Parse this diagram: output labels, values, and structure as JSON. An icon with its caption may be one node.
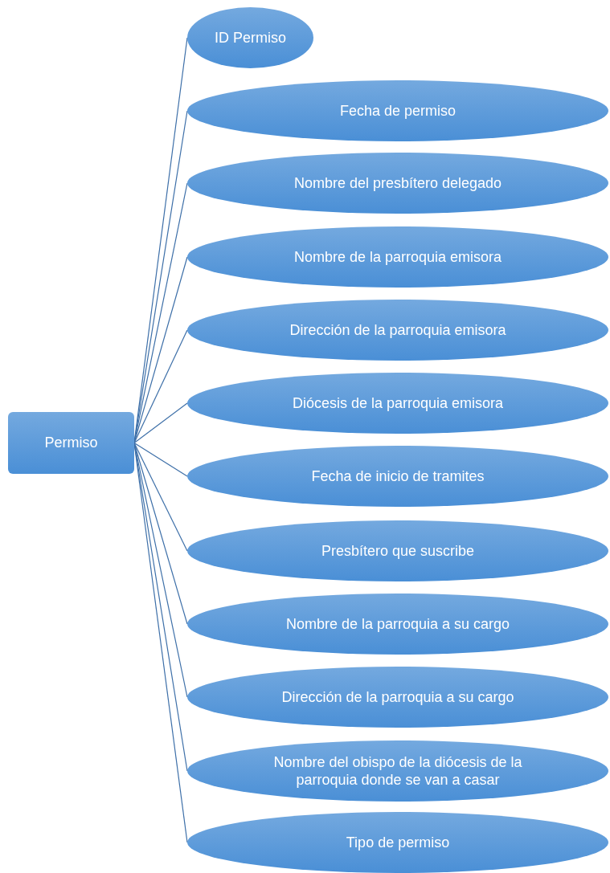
{
  "diagram": {
    "nodes": [
      {
        "text": [
          "Permiso"
        ]
      },
      {
        "text": [
          "ID Permiso"
        ]
      },
      {
        "text": [
          "Fecha de permiso"
        ]
      },
      {
        "text": [
          "Nombre del presbítero delegado"
        ]
      },
      {
        "text": [
          "Nombre de la parroquia emisora"
        ]
      },
      {
        "text": [
          "Dirección de la parroquia emisora"
        ]
      },
      {
        "text": [
          "Diócesis de la parroquia emisora"
        ]
      },
      {
        "text": [
          "Fecha de inicio de tramites"
        ]
      },
      {
        "text": [
          "Presbítero que suscribe"
        ]
      },
      {
        "text": [
          "Nombre de la parroquia a su cargo"
        ]
      },
      {
        "text": [
          "Dirección de la parroquia a su cargo"
        ]
      },
      {
        "text": [
          "Nombre del obispo de la diócesis de la parroquia donde se van a casar"
        ]
      },
      {
        "text": [
          "Tipo de permiso"
        ]
      }
    ],
    "edges": [
      {
        "from": 0,
        "to": 1,
        "arrow": "none"
      },
      {
        "from": 0,
        "to": 2,
        "arrow": "none"
      },
      {
        "from": 0,
        "to": 3,
        "arrow": "none"
      },
      {
        "from": 0,
        "to": 4,
        "arrow": "none"
      },
      {
        "from": 0,
        "to": 5,
        "arrow": "none"
      },
      {
        "from": 0,
        "to": 6,
        "arrow": "none"
      },
      {
        "from": 0,
        "to": 7,
        "arrow": "none"
      },
      {
        "from": 0,
        "to": 8,
        "arrow": "none"
      },
      {
        "from": 0,
        "to": 9,
        "arrow": "none"
      },
      {
        "from": 0,
        "to": 10,
        "arrow": "none"
      },
      {
        "from": 0,
        "to": 11,
        "arrow": "none"
      },
      {
        "from": 0,
        "to": 12,
        "arrow": "none"
      }
    ]
  }
}
